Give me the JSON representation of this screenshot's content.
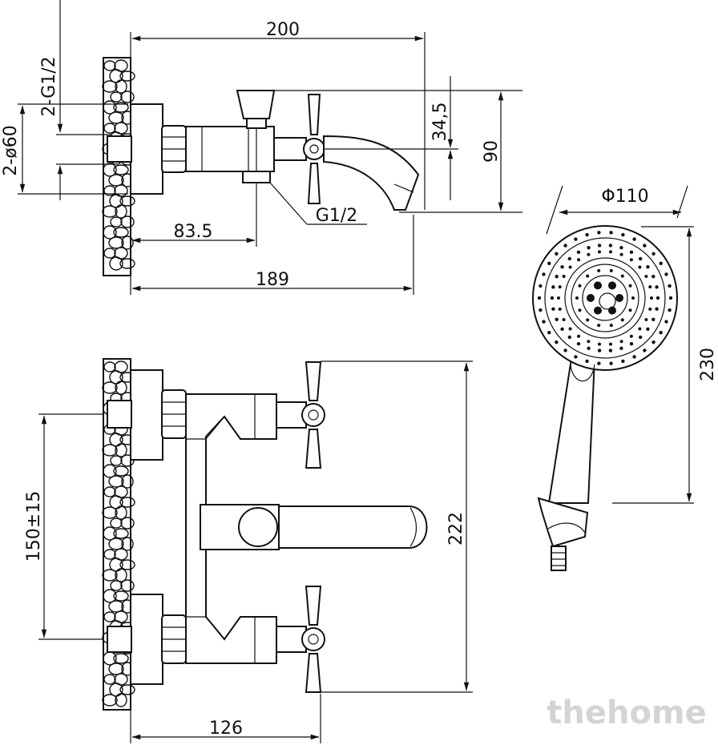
{
  "dimensions": {
    "width_200": "200",
    "outlet_g12": "2-G1/2",
    "diameter_60": "2-ø60",
    "height_34_5": "34,5",
    "height_90": "90",
    "spout_g12": "G1/2",
    "length_83_5": "83.5",
    "length_189": "189",
    "head_diameter": "Φ110",
    "handshower_length": "230",
    "spacing": "150±15",
    "height_222": "222",
    "width_126": "126"
  },
  "watermark": "thehome"
}
